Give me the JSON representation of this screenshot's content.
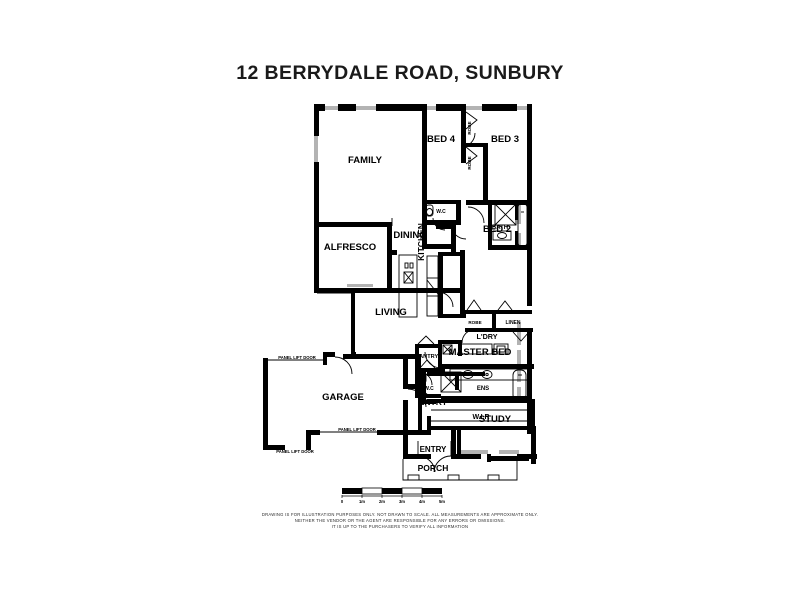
{
  "page": {
    "title": "12 BERRYDALE ROAD, SUNBURY",
    "background_color": "#ffffff",
    "ink_color": "#000000",
    "window_color": "#b3b3b3"
  },
  "scale_bar": {
    "ticks": [
      "0",
      "1m",
      "2m",
      "3m",
      "4m",
      "5m"
    ],
    "segments": 5,
    "unit": "m"
  },
  "disclaimer": {
    "line1": "DRAWING IS FOR ILLUSTRATION PURPOSES ONLY. NOT DRAWN TO SCALE. ALL MEASUREMENTS ARE APPROXIMATE ONLY.",
    "line2": "NEITHER THE VENDOR OR THE AGENT ARE RESPONSIBLE FOR ANY ERRORS OR OMISSIONS.",
    "line3": "IT IS UP TO THE PURCHASERS TO VERIFY ALL INFORMATION"
  },
  "rooms": [
    {
      "id": "family",
      "label": "FAMILY",
      "size": 9.5
    },
    {
      "id": "bed4",
      "label": "BED 4",
      "size": 9.5
    },
    {
      "id": "bed3",
      "label": "BED 3",
      "size": 9.5
    },
    {
      "id": "bed2",
      "label": "BED 2",
      "size": 9.5
    },
    {
      "id": "alfresco",
      "label": "ALFRESCO",
      "size": 9.5
    },
    {
      "id": "dining",
      "label": "DINING",
      "size": 9.5
    },
    {
      "id": "kitchen",
      "label": "KITCHEN",
      "size": 8.5
    },
    {
      "id": "living",
      "label": "LIVING",
      "size": 9.5
    },
    {
      "id": "garage",
      "label": "GARAGE",
      "size": 9.5
    },
    {
      "id": "masterbed",
      "label": "MASTER BED",
      "size": 9.5
    },
    {
      "id": "study",
      "label": "STUDY",
      "size": 9.5
    },
    {
      "id": "entry",
      "label": "ENTRY",
      "size": 8.5
    },
    {
      "id": "entry2",
      "label": "ENTRY",
      "size": 8.0
    },
    {
      "id": "porch",
      "label": "PORCH",
      "size": 8.5
    },
    {
      "id": "bath",
      "label": "BATH",
      "size": 6.0
    },
    {
      "id": "ens",
      "label": "ENS",
      "size": 6.0
    },
    {
      "id": "ldry",
      "label": "L'DRY",
      "size": 7.2
    },
    {
      "id": "wir",
      "label": "W.I.R",
      "size": 7.0
    },
    {
      "id": "pantry",
      "label": "PANTRY",
      "size": 5.6
    },
    {
      "id": "linen",
      "label": "LINEN",
      "size": 5.0
    },
    {
      "id": "robe_top",
      "label": "ROBE",
      "size": 4.6
    },
    {
      "id": "robe_mid",
      "label": "ROBE",
      "size": 4.6
    },
    {
      "id": "robe_bed2",
      "label": "ROBE",
      "size": 4.6
    },
    {
      "id": "wc_top",
      "label": "W.C",
      "size": 5.0
    },
    {
      "id": "wc_mid",
      "label": "W.C",
      "size": 5.0
    }
  ],
  "door_labels": [
    {
      "id": "panel_lift_door_1",
      "label": "PANEL LIFT DOOR"
    },
    {
      "id": "panel_lift_door_2",
      "label": "PANEL LIFT DOOR"
    },
    {
      "id": "panel_lift_door_3",
      "label": "PANEL LIFT DOOR"
    }
  ]
}
